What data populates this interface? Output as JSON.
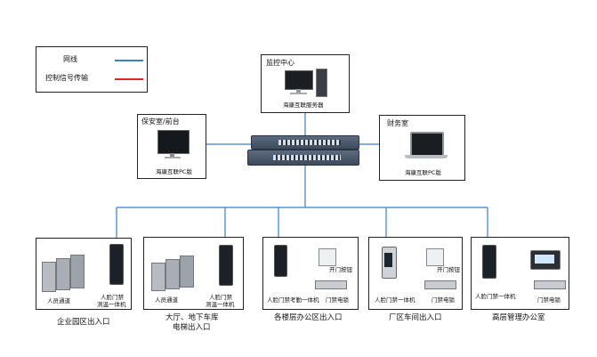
{
  "legend": {
    "network_label": "网线",
    "network_color": "#3b7fc4",
    "control_label": "控制信号传输",
    "control_color": "#e0242a"
  },
  "monitor_center": {
    "title": "监控中心",
    "server_label": "海康互联服务器"
  },
  "security_room": {
    "title": "保安室/前台",
    "pc_label": "海康互联PC版"
  },
  "finance_room": {
    "title": "财务室",
    "pc_label": "海康互联PC版"
  },
  "sites": [
    {
      "caption": "企业园区出入口",
      "lane_label": "人员通道",
      "terminal_label_1": "人脸门禁",
      "terminal_label_2": "测温一体机"
    },
    {
      "caption_1": "大厅、地下车库",
      "caption_2": "电梯出入口",
      "lane_label": "人员通道",
      "terminal_label_1": "人脸门禁",
      "terminal_label_2": "测温一体机"
    },
    {
      "caption": "各楼层办公区出入口",
      "button_label": "开门按钮",
      "terminal_label": "人脸门禁考勤一体机",
      "lock_label": "门禁电锁"
    },
    {
      "caption": "厂区车间出入口",
      "button_label": "开门按钮",
      "terminal_label": "人脸门禁一体机",
      "lock_label": "门禁电锁"
    },
    {
      "caption": "高层管理办公室",
      "terminal_label": "人脸门禁一体机",
      "lock_label": "门禁电锁"
    }
  ]
}
